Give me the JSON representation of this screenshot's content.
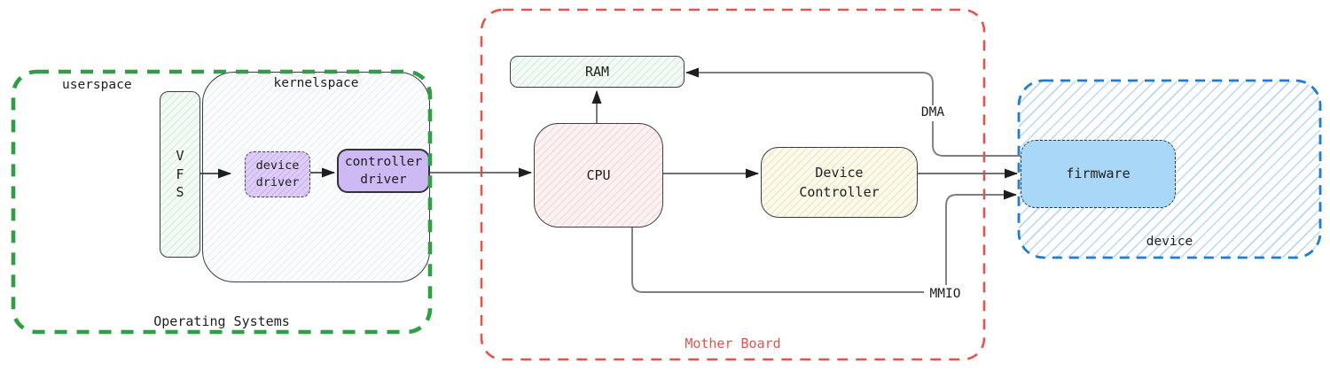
{
  "os_group": {
    "label": "Operating Systems",
    "userspace_label": "userspace",
    "kernelspace_label": "kernelspace",
    "vfs_letters": [
      "V",
      "F",
      "S"
    ],
    "device_driver_lines": [
      "device",
      "driver"
    ],
    "controller_driver_lines": [
      "controller",
      "driver"
    ]
  },
  "motherboard": {
    "label": "Mother Board",
    "ram_label": "RAM",
    "cpu_label": "CPU",
    "device_controller_lines": [
      "Device",
      "Controller"
    ],
    "dma_label": "DMA",
    "mmio_label": "MMIO"
  },
  "device_group": {
    "label": "device",
    "firmware_label": "firmware"
  },
  "colors": {
    "os_border": "#2f9e44",
    "motherboard_border": "#e5534b",
    "motherboard_label": "#e5534b",
    "device_border": "#1f7cd6",
    "connector": "#7b7e82",
    "arrowhead": "#1e1e1e",
    "firmware_fill": "#a8d7f7",
    "driver_fill": "#cdb9f3"
  }
}
